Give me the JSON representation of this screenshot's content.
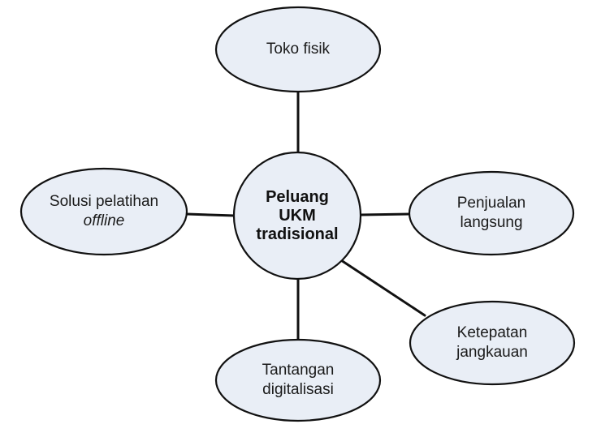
{
  "diagram": {
    "center": {
      "lines": [
        "Peluang",
        "UKM",
        "tradisional"
      ]
    },
    "nodes": {
      "toko_fisik": {
        "line1": "Toko fisik"
      },
      "penjualan_langsung": {
        "line1": "Penjualan",
        "line2": "langsung"
      },
      "ketepatan_jangkauan": {
        "line1": "Ketepatan",
        "line2": "jangkauan"
      },
      "tantangan_digitalisasi": {
        "line1": "Tantangan",
        "line2": "digitalisasi"
      },
      "solusi_pelatihan_offline": {
        "line1": "Solusi pelatihan",
        "line2": "offline"
      }
    },
    "colors": {
      "bubble_fill": "#e9eef6",
      "outline": "#111111",
      "text": "#1a1a1a"
    }
  }
}
